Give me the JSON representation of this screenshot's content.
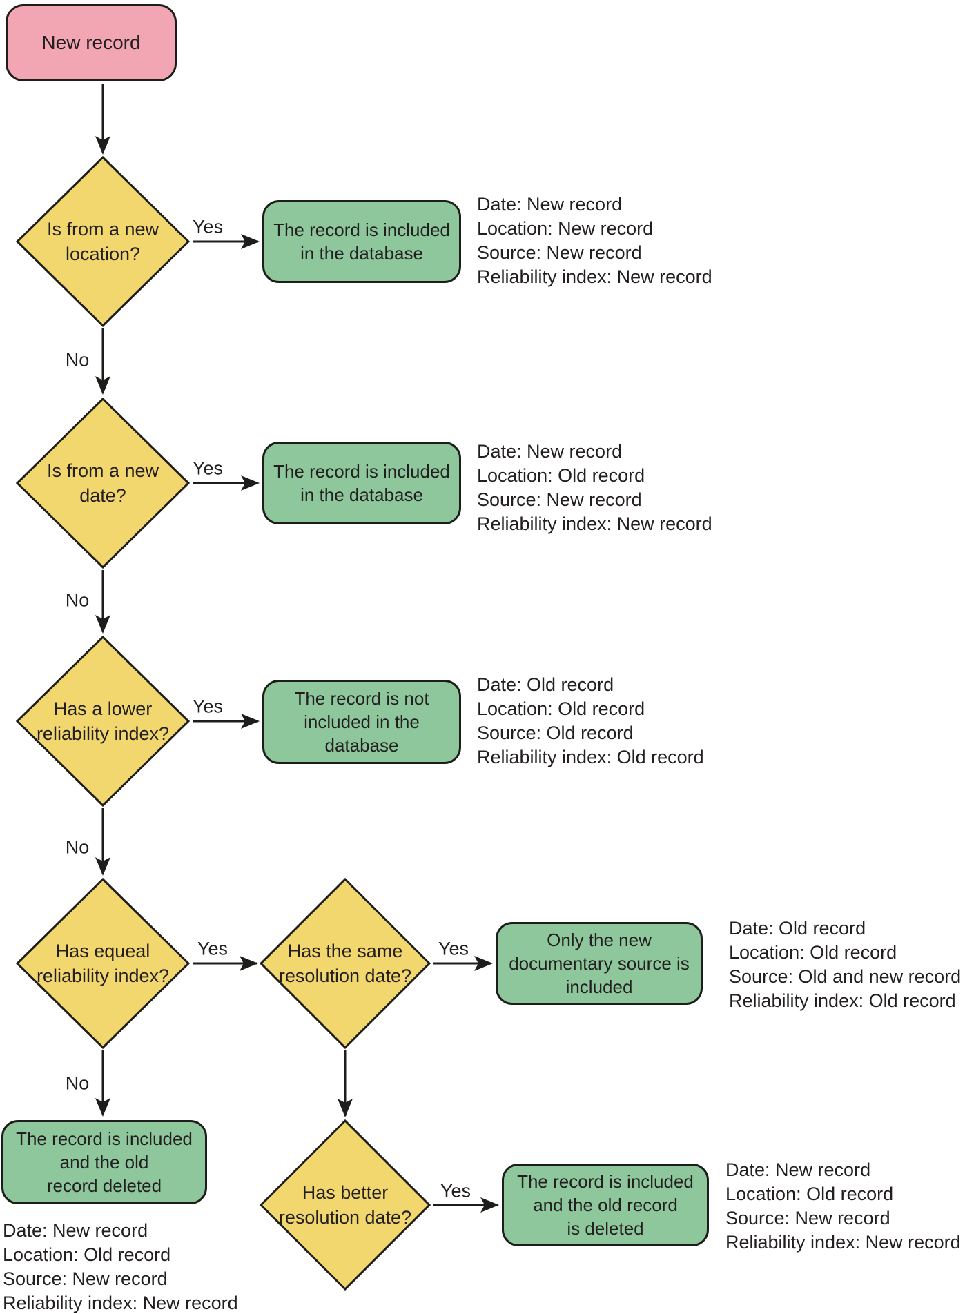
{
  "palette": {
    "start_fill": "#f2a6b4",
    "decision_fill": "#f2d76e",
    "outcome_fill": "#8ec79c",
    "stroke": "#1d1d1b",
    "text": "#231f20"
  },
  "start": {
    "label": "New record"
  },
  "labels": {
    "yes": "Yes",
    "no": "No"
  },
  "decisions": [
    {
      "line1": "Is from a new",
      "line2": "location?"
    },
    {
      "line1": "Is from a new",
      "line2": "date?"
    },
    {
      "line1": "Has a lower",
      "line2": "reliability index?"
    },
    {
      "line1": "Has equeal",
      "line2": "reliability index?"
    },
    {
      "line1": "Has the same",
      "line2": "resolution date?"
    },
    {
      "line1": "Has better",
      "line2": "resolution date?"
    }
  ],
  "outcomes": [
    {
      "lines": [
        "The record is included",
        "in the database"
      ]
    },
    {
      "lines": [
        "The record is included",
        "in the database"
      ]
    },
    {
      "lines": [
        "The record is not",
        "included in the",
        "database"
      ]
    },
    {
      "lines": [
        "Only the new",
        "documentary source is",
        "included"
      ]
    },
    {
      "lines": [
        "The record is included",
        "and the old",
        "record deleted"
      ]
    },
    {
      "lines": [
        "The record is included",
        "and the old record",
        "is deleted"
      ]
    }
  ],
  "annotations": [
    {
      "lines": [
        "Date: New record",
        "Location: New record",
        "Source: New record",
        "Reliability index: New record"
      ]
    },
    {
      "lines": [
        "Date: New record",
        "Location: Old record",
        "Source: New record",
        "Reliability index: New record"
      ]
    },
    {
      "lines": [
        "Date: Old record",
        "Location: Old record",
        "Source: Old record",
        "Reliability index: Old record"
      ]
    },
    {
      "lines": [
        "Date: Old record",
        "Location: Old record",
        "Source: Old and new record",
        "Reliability index: Old record"
      ]
    },
    {
      "lines": [
        "Date: New record",
        "Location: Old record",
        "Source: New record",
        "Reliability index: New record"
      ]
    },
    {
      "lines": [
        "Date: New record",
        "Location: Old record",
        "Source: New record",
        "Reliability index: New record"
      ]
    }
  ]
}
